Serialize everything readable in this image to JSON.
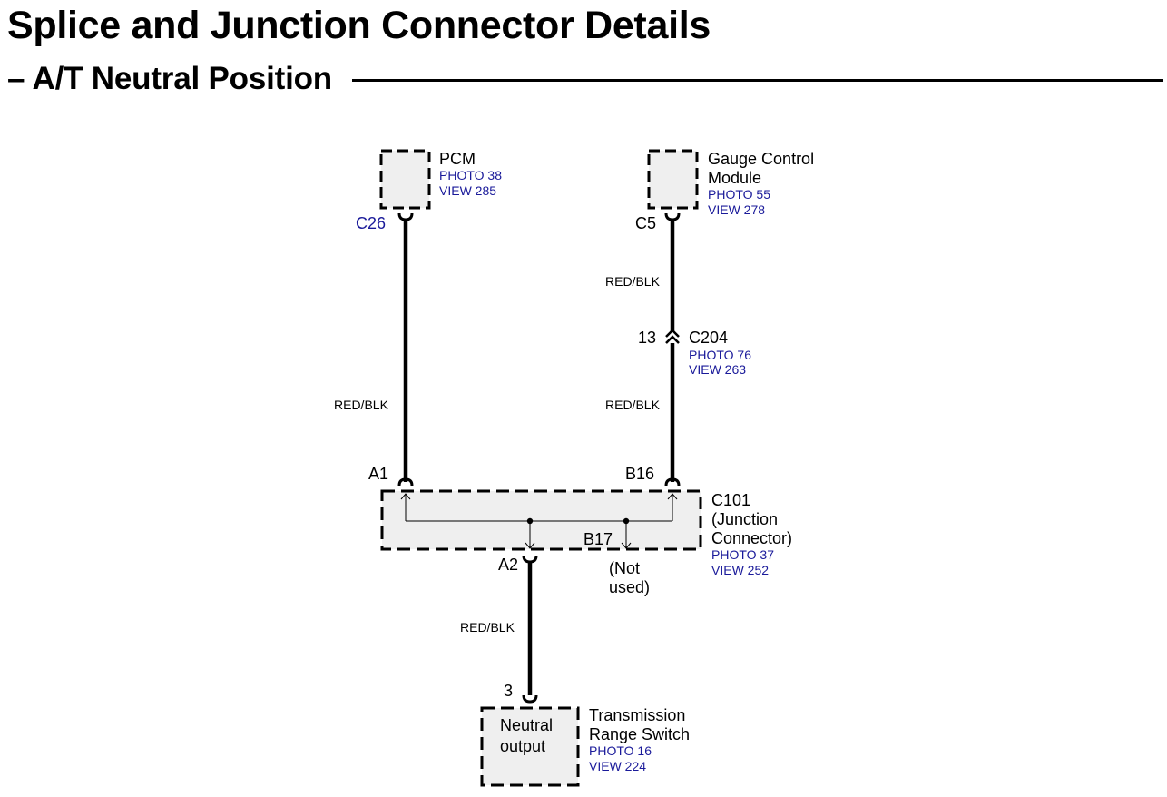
{
  "title": "Splice and Junction Connector Details",
  "section": {
    "label": "– A/T Neutral Position"
  },
  "colors": {
    "text": "#000000",
    "reference": "#1a1a9a",
    "component_fill": "#efefef"
  },
  "components": {
    "pcm": {
      "name": "PCM",
      "photo": "PHOTO 38",
      "view": "VIEW 285",
      "pin": "C26"
    },
    "gauge_control_module": {
      "name_line1": "Gauge Control",
      "name_line2": "Module",
      "photo": "PHOTO 55",
      "view": "VIEW 278",
      "pin": "C5"
    },
    "c204": {
      "name": "C204",
      "pin": "13",
      "photo": "PHOTO 76",
      "view": "VIEW 263"
    },
    "c101": {
      "name_line1": "C101",
      "name_line2": "(Junction",
      "name_line3": "Connector)",
      "photo": "PHOTO 37",
      "view": "VIEW 252",
      "pins": {
        "a1": "A1",
        "b16": "B16",
        "a2": "A2",
        "b17": "B17"
      },
      "b17_note_line1": "(Not",
      "b17_note_line2": "used)"
    },
    "transmission_range_switch": {
      "name_line1": "Transmission",
      "name_line2": "Range Switch",
      "photo": "PHOTO 16",
      "view": "VIEW 224",
      "pin": "3",
      "function_line1": "Neutral",
      "function_line2": "output"
    }
  },
  "wires": {
    "pcm_to_c101": "RED/BLK",
    "gauge_to_c204": "RED/BLK",
    "c204_to_c101": "RED/BLK",
    "c101_to_switch": "RED/BLK"
  }
}
